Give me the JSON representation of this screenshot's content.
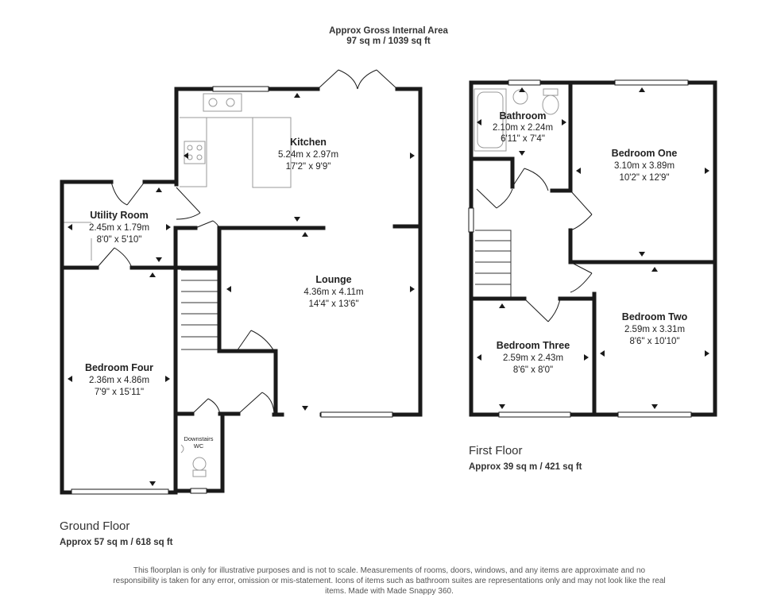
{
  "header": {
    "title": "Approx Gross Internal Area",
    "area": "97 sq m / 1039 sq ft"
  },
  "ground_floor": {
    "name": "Ground Floor",
    "area": "Approx 57 sq m / 618 sq ft",
    "rooms": [
      {
        "name": "Kitchen",
        "metric": "5.24m x 2.97m",
        "imperial": "17'2\" x 9'9\""
      },
      {
        "name": "Utility Room",
        "metric": "2.45m x 1.79m",
        "imperial": "8'0\" x 5'10\""
      },
      {
        "name": "Lounge",
        "metric": "4.36m x 4.11m",
        "imperial": "14'4\" x 13'6\""
      },
      {
        "name": "Bedroom Four",
        "metric": "2.36m x 4.86m",
        "imperial": "7'9\" x 15'11\""
      }
    ],
    "wc_line1": "Downstairs",
    "wc_line2": "WC"
  },
  "first_floor": {
    "name": "First Floor",
    "area": "Approx 39 sq m / 421 sq ft",
    "rooms": [
      {
        "name": "Bathroom",
        "metric": "2.10m x 2.24m",
        "imperial": "6'11\" x 7'4\""
      },
      {
        "name": "Bedroom One",
        "metric": "3.10m x 3.89m",
        "imperial": "10'2\" x 12'9\""
      },
      {
        "name": "Bedroom Two",
        "metric": "2.59m x 3.31m",
        "imperial": "8'6\" x 10'10\""
      },
      {
        "name": "Bedroom Three",
        "metric": "2.59m x 2.43m",
        "imperial": "8'6\" x 8'0\""
      }
    ]
  },
  "disclaimer": "This floorplan is only for illustrative purposes and is not to scale. Measurements of rooms, doors, windows, and any items are approximate and no responsibility is taken for any error, omission or mis-statement. Icons of items such as bathroom suites are representations only and may not look like the real items. Made with Made Snappy 360.",
  "colors": {
    "wall": "#1a1a1a",
    "fixture": "#9a9a9a",
    "window": "#ffffff"
  }
}
